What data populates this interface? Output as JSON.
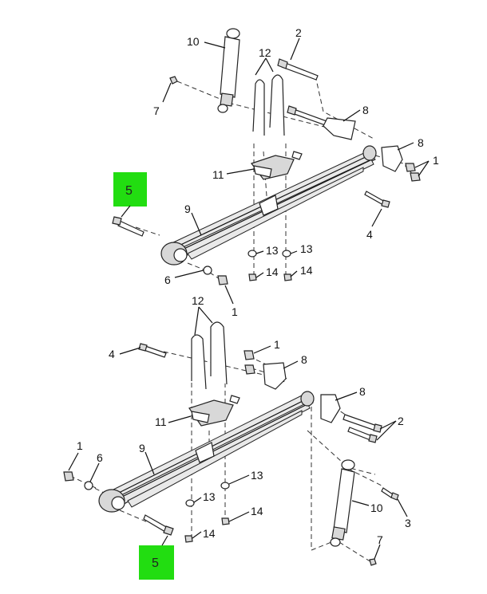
{
  "diagram": {
    "upper_labels": {
      "l10": "10",
      "l2": "2",
      "l12": "12",
      "l7": "7",
      "l8a": "8",
      "l8b": "8",
      "l1a": "1",
      "l11": "11",
      "l5": "5",
      "l9": "9",
      "l4": "4",
      "l13a": "13",
      "l13b": "13",
      "l14a": "14",
      "l14b": "14",
      "l6": "6",
      "l1b": "1"
    },
    "lower_labels": {
      "l12": "12",
      "l4": "4",
      "l1a": "1",
      "l8a": "8",
      "l8b": "8",
      "l11": "11",
      "l2": "2",
      "l1b": "1",
      "l6": "6",
      "l9": "9",
      "l13a": "13",
      "l13b": "13",
      "l10": "10",
      "l14a": "14",
      "l14b": "14",
      "l3": "3",
      "l7": "7",
      "l5": "5"
    },
    "highlight_color": "#22dd11"
  }
}
